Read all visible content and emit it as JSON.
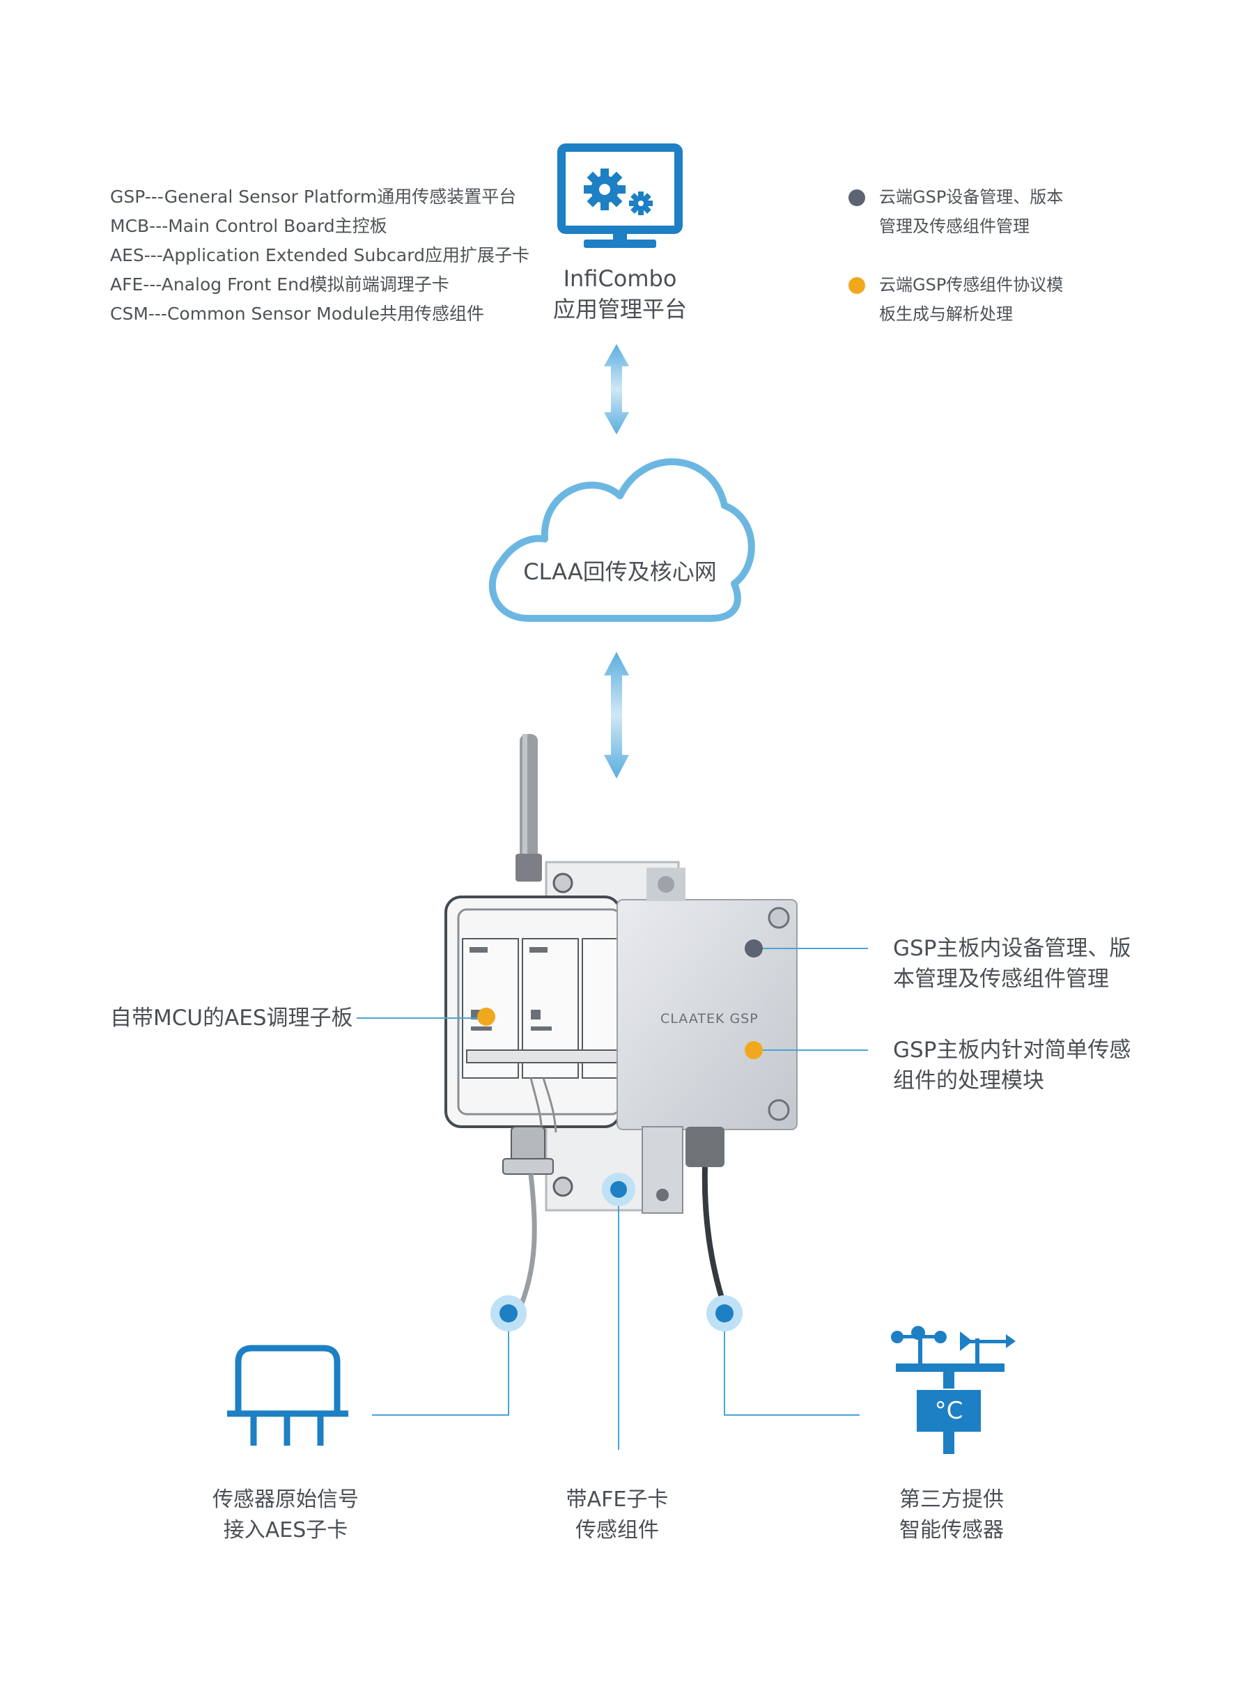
{
  "abbreviations": [
    "GSP---General Sensor Platform通用传感装置平台",
    "MCB---Main Control Board主控板",
    "AES---Application Extended Subcard应用扩展子卡",
    "AFE---Analog Front End模拟前端调理子卡",
    "CSM---Common Sensor Module共用传感组件"
  ],
  "platform": {
    "line1": "InfiCombo",
    "line2": "应用管理平台"
  },
  "legend": [
    {
      "line1": "云端GSP设备管理、版本",
      "line2": "管理及传感组件管理",
      "color": "#5b6470"
    },
    {
      "line1": "云端GSP传感组件协议模",
      "line2": "板生成与解析处理",
      "color": "#f2a81d"
    }
  ],
  "cloud": {
    "label": "CLAA回传及核心网"
  },
  "device": {
    "brand": "CLAATEK  GSP"
  },
  "callouts": {
    "left": "自带MCU的AES调理子板",
    "right_top": {
      "line1": "GSP主板内设备管理、版",
      "line2": "本管理及传感组件管理"
    },
    "right_bottom": {
      "line1": "GSP主板内针对简单传感",
      "line2": "组件的处理模块"
    }
  },
  "bottom_labels": [
    {
      "line1": "传感器原始信号",
      "line2": "接入AES子卡"
    },
    {
      "line1": "带AFE子卡",
      "line2": "传感组件"
    },
    {
      "line1": "第三方提供",
      "line2": "智能传感器"
    }
  ],
  "thermo": {
    "unit": "°C"
  },
  "colors": {
    "accent": "#1d7fc4",
    "cloud_stroke": "#6cb7e2",
    "gray_dot": "#5b6470",
    "orange_dot": "#f2a81d",
    "line": "#4aa3d8"
  },
  "icons": [
    "monitor-gear-icon",
    "double-arrow-icon",
    "cloud-icon",
    "raw-sensor-icon",
    "weather-station-icon"
  ]
}
